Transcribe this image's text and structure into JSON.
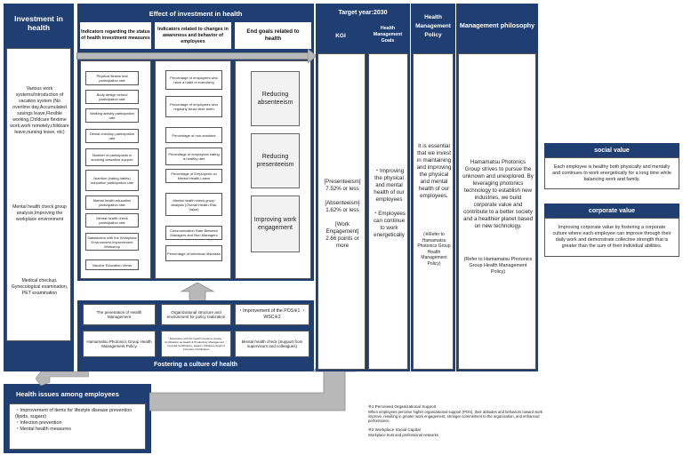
{
  "investment": {
    "title": "Investment in health",
    "items": [
      "Various work systems/Introduction of vacation system (No overtime day,Accumulated savings leave,Flexible working,Childcare flextime work,work remotely,childcare leave,nursing leave, etc)",
      "Mental health check,group analysis,Improving the workplace environment",
      "Medical checkup, Gynecological examination, PET examination"
    ]
  },
  "effect": {
    "title": "Effect of investment in health",
    "col1_title": "Indicators regarding the status of health investment measures",
    "col1_items": [
      "Physical fitness test participation rate",
      "Body design school participation rate",
      "Walking activity participation rate",
      "Dental checkup participation rate",
      "Number of participants in smoking cessation support",
      "Nutrition (eating habits) education participation rate",
      "Mental health education participation rate",
      "Mental health check participation rate",
      "Satisfaction with the Workplace Environment Improvement Workshop",
      "Vaccine Education Views"
    ],
    "col2_title": "Indicators related to changes in awareness and behavior of employees",
    "col2_items": [
      "Percentage of employees who have a habit of exercising",
      "Percentage of employees who regularly brush their teeth",
      "Percentage of non-smokers",
      "Percentage of employees eating a healthy diet",
      "Percentage of Employees on Mental Health Leave",
      "Mental health check,group analysis (Overall Health Risk Value)",
      "Communication Rate Between Managers and Non-Managers",
      "Percentage of infectious diseases"
    ],
    "col3_title": "End goals related to health",
    "col3_items": [
      "Reducing absenteeism",
      "Reducing presenteeism",
      "Improving work engagement"
    ]
  },
  "culture": {
    "title": "Fostering a culture of health",
    "items": [
      "The penetration of Health Management",
      "Organizational structure and environment for policy realization",
      "・Improvement of the POS※1 ・WSC※2",
      "Hamamatsu Photonics Group Health Management Policy",
      "・Discussion with the health insurance society ・Certification as Health & Productivity Management ・Hyundai Certification, Japan's Childcare Support Company Certification",
      "Mental health check (Support from supervisors and colleagues)"
    ]
  },
  "issues": {
    "title": "Health issues among employees",
    "items": [
      "・Improvement of items for lifestyle disease prevention (lipids, sugars)",
      "・Infection prevention",
      "・Mental health measures"
    ]
  },
  "target": {
    "title": "Target year:2030",
    "kgi_label": "KGI",
    "kgi_text": "[Presenteeism] 7.52% or less\n\n[Absenteeism] 1.62% or less\n\n[Work Engagement] 2.66 points or more",
    "goals_label": "Health Management Goals",
    "goals_text": "・Improving the physical and mental health of our employees\n\n・Employees can continue to work energetically"
  },
  "policy": {
    "title": "Health Management Policy",
    "text": "It is essential that we invest in maintaining and improving the physical and mental health of our employees.",
    "ref": "(※Refer to Hamamatsu Photonics Group Health Management Policy)"
  },
  "philosophy": {
    "title": "Management philosophy",
    "text": "Hamamatsu Photonics Group strives to pursue the unknown and unexplored. By leveraging photonics technology to establish new industries, we build corporate value and contribute to a better society and a healthier planet based on new technology.",
    "ref": "(Refer to Hamamatsu Photonics Group Health Management Policy)"
  },
  "values": {
    "social_title": "social value",
    "social_text": "Each employee is healthy both physically and mentally and continues to work energetically for a long time while balancing work and family.",
    "corporate_title": "corporate value",
    "corporate_text": "Improving corporate value by fostering a corporate culture where each employee can improve through their daily work and demonstrate collective strength that is greater than the sum of their individual abilities."
  },
  "footnotes": {
    "n1_title": "※1 Perceived Organizational Support",
    "n1_text": "When employees perceive higher organizational support (POS), their attitudes and behaviors toward work improve, resulting in greater work engagement, stronger commitment to the organization, and enhanced performance.",
    "n2_title": "※2 Workplace Social Capital",
    "n2_text": "Workplace trust and professional networks"
  },
  "colors": {
    "navy": "#1f3f73",
    "gray": "#b8b8b8"
  }
}
